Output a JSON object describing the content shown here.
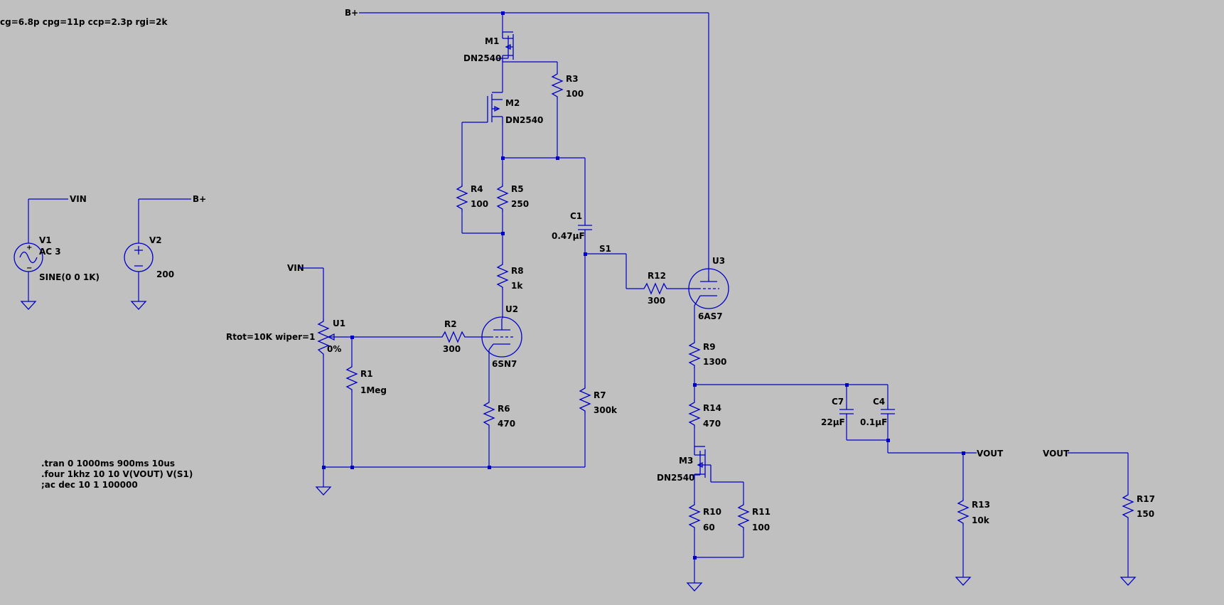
{
  "model_directive": "cg=6.8p cpg=11p ccp=2.3p rgi=2k",
  "spice": {
    "tran": ".tran 0 1000ms 900ms 10us",
    "four": ".four 1khz 10 10 V(VOUT) V(S1)",
    "ac": ";ac dec 10 1 100000"
  },
  "nets": {
    "bplus": "B+",
    "vin": "VIN",
    "vout": "VOUT",
    "s1": "S1"
  },
  "sources": {
    "v1": {
      "name": "V1",
      "value": "AC 3",
      "func": "SINE(0 0 1K)"
    },
    "v2": {
      "name": "V2",
      "value": "200"
    }
  },
  "pot": {
    "name": "U1",
    "params": "Rtot=10K wiper=1",
    "pos": "0%"
  },
  "mosfets": {
    "m1": {
      "name": "M1",
      "model": "DN2540"
    },
    "m2": {
      "name": "M2",
      "model": "DN2540"
    },
    "m3": {
      "name": "M3",
      "model": "DN2540"
    }
  },
  "tubes": {
    "u2": {
      "name": "U2",
      "model": "6SN7"
    },
    "u3": {
      "name": "U3",
      "model": "6AS7"
    }
  },
  "resistors": {
    "r1": {
      "name": "R1",
      "value": "1Meg"
    },
    "r2": {
      "name": "R2",
      "value": "300"
    },
    "r3": {
      "name": "R3",
      "value": "100"
    },
    "r4": {
      "name": "R4",
      "value": "100"
    },
    "r5": {
      "name": "R5",
      "value": "250"
    },
    "r6": {
      "name": "R6",
      "value": "470"
    },
    "r7": {
      "name": "R7",
      "value": "300k"
    },
    "r8": {
      "name": "R8",
      "value": "1k"
    },
    "r9": {
      "name": "R9",
      "value": "1300"
    },
    "r10": {
      "name": "R10",
      "value": "60"
    },
    "r11": {
      "name": "R11",
      "value": "100"
    },
    "r12": {
      "name": "R12",
      "value": "300"
    },
    "r13": {
      "name": "R13",
      "value": "10k"
    },
    "r14": {
      "name": "R14",
      "value": "470"
    },
    "r17": {
      "name": "R17",
      "value": "150"
    }
  },
  "capacitors": {
    "c1": {
      "name": "C1",
      "value": "0.47µF"
    },
    "c4": {
      "name": "C4",
      "value": "0.1µF"
    },
    "c7": {
      "name": "C7",
      "value": "22µF"
    }
  },
  "colors": {
    "wire": "#0000c8",
    "background": "#c0c0c0",
    "text": "#000000"
  }
}
